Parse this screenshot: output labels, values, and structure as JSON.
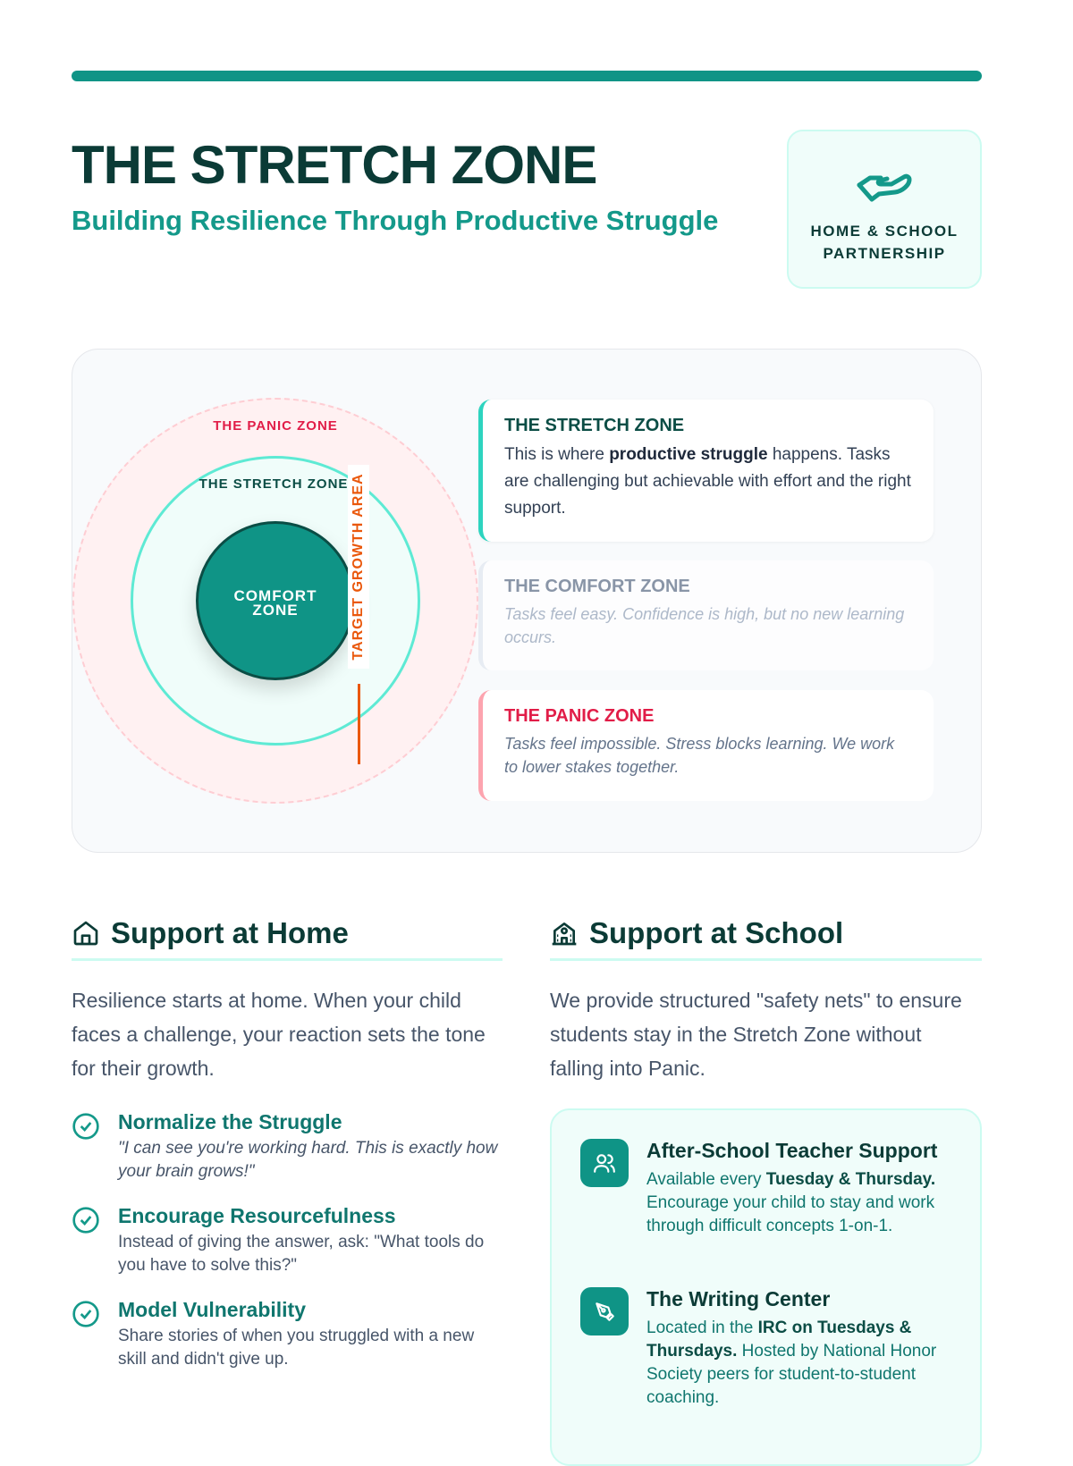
{
  "header": {
    "title": "THE STRETCH ZONE",
    "subtitle": "Building Resilience Through Productive Struggle",
    "badge_line1": "HOME & SCHOOL",
    "badge_line2": "PARTNERSHIP",
    "badge_icon": "hand-helping-icon"
  },
  "diagram": {
    "panic_label": "THE PANIC ZONE",
    "stretch_label": "THE STRETCH ZONE",
    "comfort_line1": "COMFORT",
    "comfort_line2": "ZONE",
    "target_label": "TARGET GROWTH AREA"
  },
  "zones": [
    {
      "title": "THE STRETCH ZONE",
      "pre": "This is where ",
      "bold": "productive struggle",
      "post": " happens. Tasks are challenging but achievable with effort and the right support."
    },
    {
      "title": "THE COMFORT ZONE",
      "text": "Tasks feel easy. Confidence is high, but no new learning occurs."
    },
    {
      "title": "THE PANIC ZONE",
      "text": "Tasks feel impossible. Stress blocks learning. We work to lower stakes together."
    }
  ],
  "home": {
    "heading": "Support at Home",
    "intro": "Resilience starts at home. When your child faces a challenge, your reaction sets the tone for their growth.",
    "items": [
      {
        "title": "Normalize the Struggle",
        "text": "\"I can see you're working hard. This is exactly how your brain grows!\""
      },
      {
        "title": "Encourage Resourcefulness",
        "text": "Instead of giving the answer, ask: \"What tools do you have to solve this?\""
      },
      {
        "title": "Model Vulnerability",
        "text": "Share stories of when you struggled with a new skill and didn't give up."
      }
    ]
  },
  "school": {
    "heading": "Support at School",
    "intro": "We provide structured \"safety nets\" to ensure students stay in the Stretch Zone without falling into Panic.",
    "items": [
      {
        "title": "After-School Teacher Support",
        "pre": "Available every ",
        "bold": "Tuesday & Thursday.",
        "post": " Encourage your child to stay and work through difficult concepts 1-on-1."
      },
      {
        "title": "The Writing Center",
        "pre": "Located in the ",
        "bold": "IRC on Tuesdays & Thursdays.",
        "post": " Hosted by National Honor Society peers for student-to-student coaching."
      }
    ]
  },
  "colors": {
    "teal": "#0f9486",
    "dark": "#0b3b36",
    "panic": "#e11d48",
    "orange": "#ea580c"
  }
}
